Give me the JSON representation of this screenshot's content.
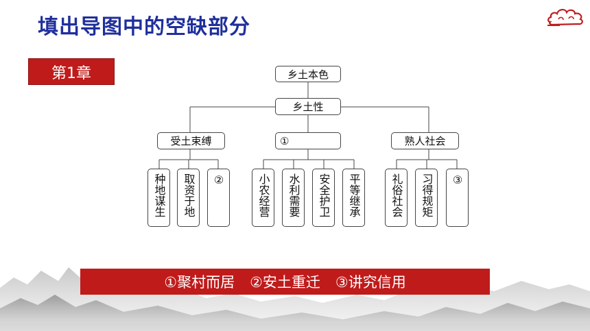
{
  "page": {
    "title": "填出导图中的空缺部分",
    "chapter": "第1章"
  },
  "diagram": {
    "root": "乡土本色",
    "level1": "乡土性",
    "level2": [
      "受土束缚",
      "①",
      "熟人社会"
    ],
    "leaves": {
      "group1": [
        "种地谋生",
        "取资于地",
        "②"
      ],
      "group2": [
        "小农经营",
        "水利需要",
        "安全护卫",
        "平等继承"
      ],
      "group3": [
        "礼俗社会",
        "习得规矩",
        "③"
      ]
    }
  },
  "answers": [
    "①聚村而居",
    "②安土重迁",
    "③讲究信用"
  ],
  "colors": {
    "title": "#1f2f9c",
    "accent_red": "#c01b1b"
  }
}
